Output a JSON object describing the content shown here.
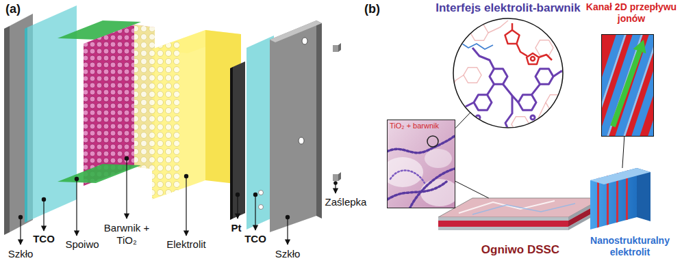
{
  "diagram": {
    "nodes": [
      {
        "text": [
          "TiO₂ + barwnik"
        ]
      },
      {
        "text": [
          "Interfejs elektrolit-barwnik"
        ]
      },
      {
        "text": [
          "Kanał 2D przepływu jonów"
        ]
      },
      {
        "text": [
          "Ogniwo DSSC"
        ]
      },
      {
        "text": [
          "Nanostrukturalny elektrolit"
        ]
      }
    ],
    "edges": [
      {
        "from": 0,
        "to": 1,
        "arrow": "none"
      },
      {
        "from": 0,
        "to": 3,
        "arrow": "none"
      },
      {
        "from": 2,
        "to": 4,
        "arrow": "none"
      }
    ],
    "labels": [
      "(a)",
      "Szkło",
      "TCO",
      "Spoiwo",
      "Barwnik + TiO₂",
      "Elektrolit",
      "Pt",
      "TCO",
      "Szkło",
      "Zaślepka",
      "(b)"
    ]
  }
}
